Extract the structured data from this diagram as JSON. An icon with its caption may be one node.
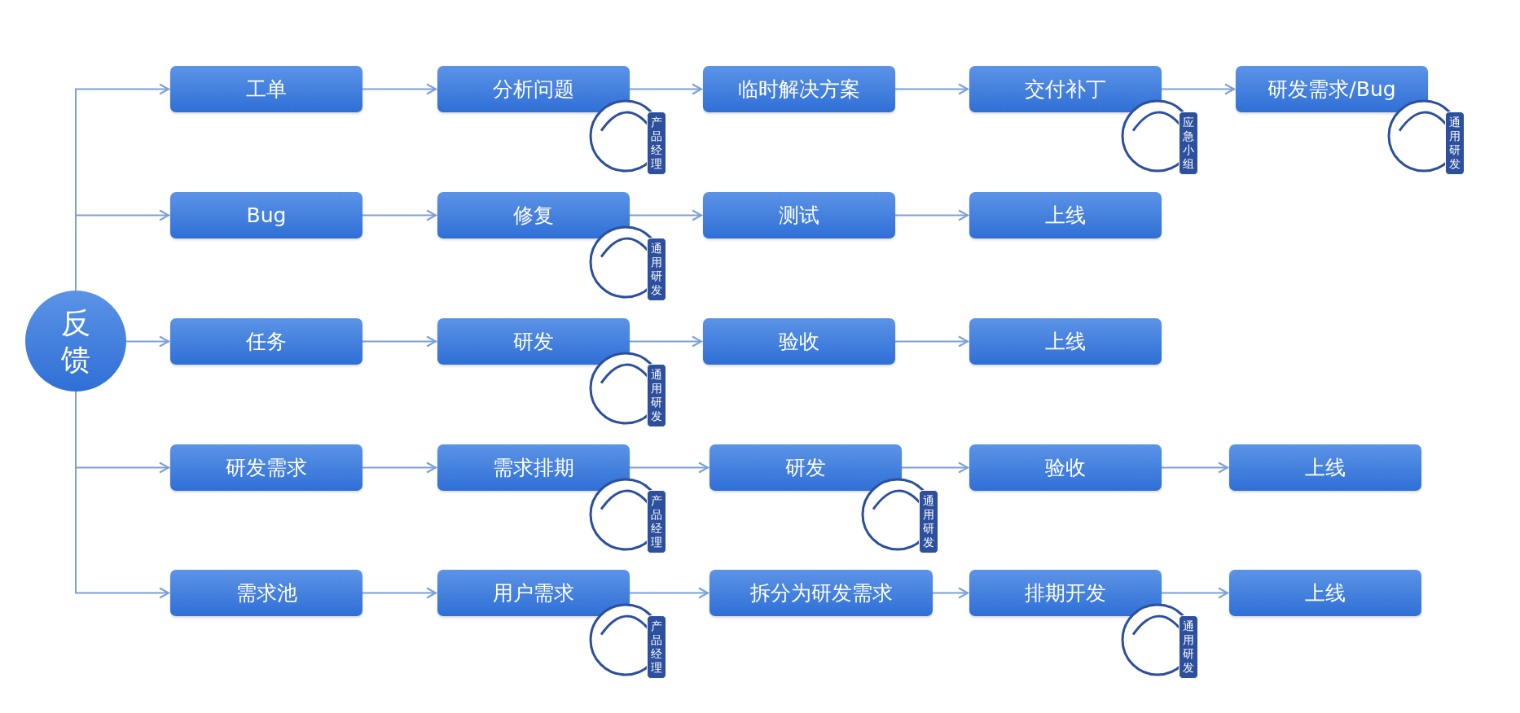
{
  "diagram": {
    "nodes": [
      {
        "text": [
          "反馈"
        ]
      },
      {
        "text": [
          "工单"
        ]
      },
      {
        "text": [
          "分析问题"
        ],
        "beside": [
          "产品经理"
        ]
      },
      {
        "text": [
          "临时解决方案"
        ]
      },
      {
        "text": [
          "交付补丁"
        ],
        "beside": [
          "应急小组"
        ]
      },
      {
        "text": [
          "研发需求/Bug"
        ],
        "beside": [
          "通用研发"
        ]
      },
      {
        "text": [
          "Bug"
        ]
      },
      {
        "text": [
          "修复"
        ],
        "beside": [
          "通用研发"
        ]
      },
      {
        "text": [
          "测试"
        ]
      },
      {
        "text": [
          "上线"
        ]
      },
      {
        "text": [
          "任务"
        ]
      },
      {
        "text": [
          "研发"
        ],
        "beside": [
          "通用研发"
        ]
      },
      {
        "text": [
          "验收"
        ]
      },
      {
        "text": [
          "上线"
        ]
      },
      {
        "text": [
          "研发需求"
        ]
      },
      {
        "text": [
          "需求排期"
        ],
        "beside": [
          "产品经理"
        ]
      },
      {
        "text": [
          "研发"
        ],
        "beside": [
          "通用研发"
        ]
      },
      {
        "text": [
          "验收"
        ]
      },
      {
        "text": [
          "上线"
        ]
      },
      {
        "text": [
          "需求池"
        ]
      },
      {
        "text": [
          "用户需求"
        ],
        "beside": [
          "产品经理"
        ]
      },
      {
        "text": [
          "拆分为研发需求"
        ]
      },
      {
        "text": [
          "排期开发"
        ],
        "beside": [
          "通用研发"
        ]
      },
      {
        "text": [
          "上线"
        ]
      }
    ],
    "edges": [
      {
        "from": 0,
        "to": 1,
        "arrow": "to"
      },
      {
        "from": 0,
        "to": 6,
        "arrow": "to"
      },
      {
        "from": 0,
        "to": 10,
        "arrow": "to"
      },
      {
        "from": 0,
        "to": 14,
        "arrow": "to"
      },
      {
        "from": 0,
        "to": 19,
        "arrow": "to"
      },
      {
        "from": 1,
        "to": 2,
        "arrow": "to"
      },
      {
        "from": 2,
        "to": 3,
        "arrow": "to"
      },
      {
        "from": 3,
        "to": 4,
        "arrow": "to"
      },
      {
        "from": 4,
        "to": 5,
        "arrow": "to"
      },
      {
        "from": 6,
        "to": 7,
        "arrow": "to"
      },
      {
        "from": 7,
        "to": 8,
        "arrow": "to"
      },
      {
        "from": 8,
        "to": 9,
        "arrow": "to"
      },
      {
        "from": 10,
        "to": 11,
        "arrow": "to"
      },
      {
        "from": 11,
        "to": 12,
        "arrow": "to"
      },
      {
        "from": 12,
        "to": 13,
        "arrow": "to"
      },
      {
        "from": 14,
        "to": 15,
        "arrow": "to"
      },
      {
        "from": 15,
        "to": 16,
        "arrow": "to"
      },
      {
        "from": 16,
        "to": 17,
        "arrow": "to"
      },
      {
        "from": 17,
        "to": 18,
        "arrow": "to"
      },
      {
        "from": 19,
        "to": 20,
        "arrow": "to"
      },
      {
        "from": 20,
        "to": 21,
        "arrow": "to"
      },
      {
        "from": 21,
        "to": 22,
        "arrow": "to"
      },
      {
        "from": 22,
        "to": 23,
        "arrow": "to"
      }
    ]
  }
}
